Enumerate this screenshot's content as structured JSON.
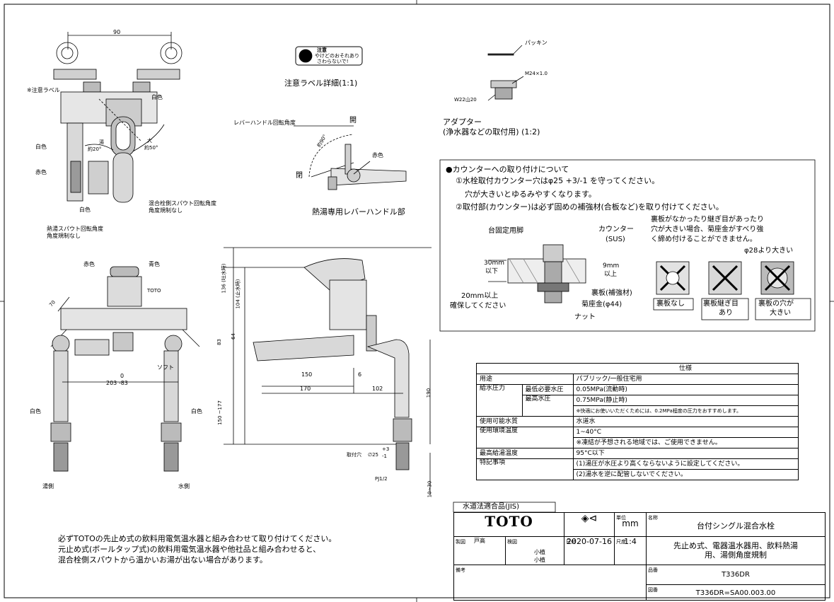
{
  "notes": {
    "caution_label_callout": "※注意ラベル",
    "caution_label_detail": "注意ラベル詳細(1:1)",
    "caution_label_text_1": "注意",
    "caution_label_text_2": "やけどのおそれあり",
    "caution_label_text_3": "さわらないで!",
    "white_color": "白色",
    "red_color": "赤色",
    "blue_color": "青色",
    "toto_mark": "TOTO",
    "soft": "ソフト",
    "mix_spout": "混合栓側スパウト回転角度",
    "angle_unrestricted": "角度規制なし",
    "hot_spout": "熱湯スパウト回転角度",
    "hot_side": "湯側",
    "water_side": "水側",
    "lever_rotation": "レバーハンドル回転角度",
    "open": "開",
    "close": "閉",
    "hot_lever_title": "熱湯専用レバーハンドル部",
    "packing": "パッキン",
    "m24": "M24×1.0",
    "w22": "W22山20",
    "adapter_title": "アダプター",
    "adapter_sub": "(浄水器などの取付用) (1:2)",
    "angle_20": "約20°",
    "angle_90_text": "約90°",
    "water_label": "湯",
    "big_label": "大",
    "angle_50": "約50°",
    "counter_mount_hole": "取付穴",
    "hole_dia": "∅25",
    "hole_tol_plus": "+3",
    "hole_tol_minus": "-1",
    "pj": "PJ1/2"
  },
  "dims": {
    "d90": "90",
    "d70": "70",
    "d0": "0",
    "d203": "203 -83",
    "d136": "136 (吐水時)",
    "d104": "104 (止水時)",
    "d64": "64",
    "d83": "83",
    "d150v": "150 ~177",
    "d150": "150",
    "d6": "6",
    "d170": "170",
    "d102": "102",
    "d190": "190",
    "d10_30": "10~30"
  },
  "install": {
    "heading": "●カウンターへの取り付けについて",
    "l1": "①水栓取付カウンター穴はφ25 +3/-1 を守ってください。",
    "l2": "穴が大きいとゆるみやすくなります。",
    "l3": "②取付部(カウンター)は必ず固めの補強材(合板など)を取り付けてください。",
    "mount_leg": "台固定用脚",
    "counter": "カウンター",
    "sus": "(SUS)",
    "d30": "30mm",
    "d30b": "以下",
    "d9": "9mm",
    "d9b": "以上",
    "d20a": "20mm以上",
    "d20b": "確保してください",
    "backing": "裏板(補強材)",
    "washer": "菊座金(φ44)",
    "nut": "ナット",
    "note1": "裏板がなかったり継ぎ目があったり",
    "note2": "穴が大きい場合、菊座金がすべり強",
    "note3": "く締め付けることができません。",
    "phi28": "φ28より大きい",
    "case1": "裏板なし",
    "case2a": "裏板継ぎ目",
    "case2b": "あり",
    "case3a": "裏板の穴が",
    "case3b": "大きい"
  },
  "spec": {
    "header": "仕様",
    "use_label": "用途",
    "use_value": "パブリック/一般住宅用",
    "pressure_label": "給水圧力",
    "min_label": "最低必要水圧",
    "min_value": "0.05MPa(流動時)",
    "max_label": "最高水圧",
    "max_value": "0.75MPa(静止時)",
    "pressure_note": "※快適にお使いいただくためには、0.2MPa程度の圧力をおすすめします。",
    "water_label": "使用可能水質",
    "water_value": "水道水",
    "temp_label": "使用環境温度",
    "temp_value": "1~40°C",
    "temp_note": "※凍結が予想される地域では、ご使用できません。",
    "hot_label": "最高給湯温度",
    "hot_value": "95°C以下",
    "feature_label": "特記事項",
    "feature_1": "(1)湯圧が水圧より高くならないように設定してください。",
    "feature_2": "(2)湯水を逆に配管しないでください。"
  },
  "footnote": {
    "l1": "必ずTOTOの先止め式の飲料用電気温水器と組み合わせて取り付けてください。",
    "l2": "元止め式(ボールタップ式)の飲料用電気温水器や他社品と組み合わせると、",
    "l3": "混合栓側スパウトから温かいお湯が出ない場合があります。"
  },
  "titleblock": {
    "jis": "水道法適合品(JIS)",
    "logo": "TOTO",
    "unit_label": "単位",
    "unit": "mm",
    "name_label": "名称",
    "name": "台付シングル混合水栓",
    "drawn_label": "製図",
    "drawn": "戸高",
    "check_label": "検図",
    "check_1": "小植",
    "check_2": "小植",
    "date_label": "日付",
    "date": "2020-07-16",
    "scale_label": "尺度",
    "scale": "1:4",
    "desc1": "先止め式、電器温水器用、飲料熱湯",
    "desc2": "用、湯側角度規制",
    "part_label": "品番",
    "part": "T336DR",
    "remarks_label": "備考",
    "drawing_label": "図番",
    "drawing": "T336DR=SA00.003.00"
  }
}
